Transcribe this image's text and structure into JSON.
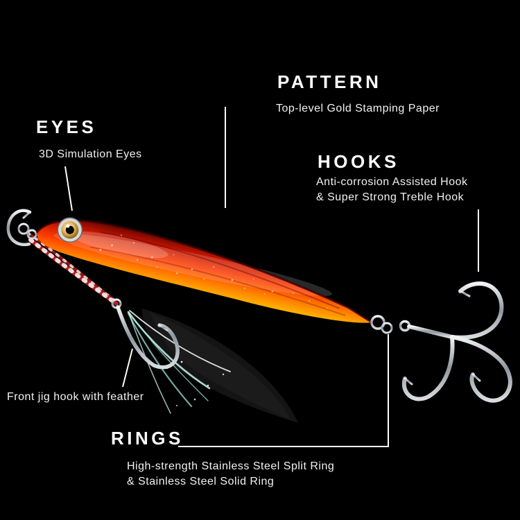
{
  "page": {
    "background": "#000000",
    "text_color": "#ffffff"
  },
  "annotations": {
    "pattern": {
      "title": "PATTERN",
      "desc": "Top-level Gold Stamping Paper"
    },
    "eyes": {
      "title": "EYES",
      "desc": "3D Simulation Eyes"
    },
    "hooks": {
      "title": "HOOKS",
      "desc1": "Anti-corrosion Assisted Hook",
      "desc2": "& Super Strong Treble Hook"
    },
    "front_hook": {
      "desc": "Front jig hook with feather"
    },
    "rings": {
      "title": "RINGS",
      "desc1": "High-strength Stainless Steel Split Ring",
      "desc2": "& Stainless Steel Solid Ring"
    }
  },
  "product": {
    "name": "metal jig fishing lure with assist hook and treble hook",
    "colors": {
      "body_dark_red": "#6a0500",
      "body_red": "#d81e00",
      "body_orange": "#ff7900",
      "body_gold": "#ffb400",
      "eye_gold": "#e3b65a",
      "hook_metal": "#c8ccd0",
      "cord_red": "#b02020",
      "feather_teal": "#9fe0d8",
      "callout_line": "#ffffff"
    }
  }
}
